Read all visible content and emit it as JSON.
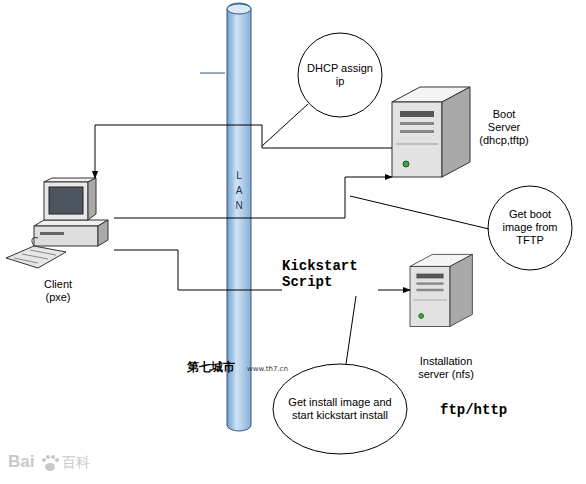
{
  "diagram": {
    "nodes": [
      {
        "text": [
          "L A N"
        ]
      },
      {
        "text": [
          "DHCP assign ip"
        ]
      },
      {
        "text": [
          "Boot Server (dhcp,tftp)"
        ]
      },
      {
        "text": [
          "Client (pxe)"
        ]
      },
      {
        "text": [
          "Get boot image from TFTP"
        ]
      },
      {
        "text": [
          "Installation server (nfs)"
        ]
      },
      {
        "text": [
          "Get install image and start kickstart install"
        ]
      }
    ],
    "edges": [
      {
        "from": 2,
        "to": 3,
        "arrow": "to"
      },
      {
        "from": 3,
        "to": 2,
        "arrow": "to"
      },
      {
        "from": 3,
        "to": 5,
        "label": "Kickstart Script",
        "arrow": "to"
      }
    ],
    "labels": [
      "ftp/http",
      "第七城市",
      "www.th7.cn",
      "Bai",
      "百科"
    ]
  }
}
